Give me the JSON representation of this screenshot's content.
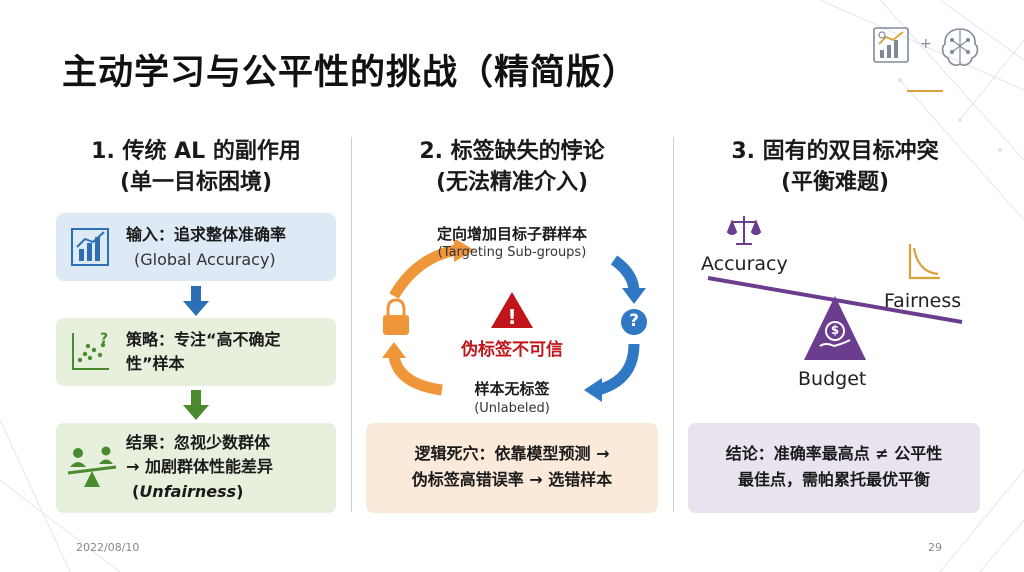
{
  "slide": {
    "title": "主动学习与公平性的挑战（精简版）",
    "date": "2022/08/10",
    "page_number": "29",
    "logo_icons": [
      "chart-growth-icon",
      "plus-icon",
      "brain-icon"
    ],
    "logo_plus": "+"
  },
  "col1": {
    "heading_line1": "1. 传统 AL 的副作用",
    "heading_line2": "(单一目标困境)",
    "box1": {
      "line1": "输入：追求整体准确率",
      "line2": "(Global Accuracy)",
      "icon": "bar-chart-icon"
    },
    "box2": {
      "line1": "策略：专注“高不确定",
      "line2": "性”样本",
      "icon": "scatter-plot-icon"
    },
    "box3": {
      "line1": "结果：忽视少数群体",
      "line2": "→ 加剧群体性能差异",
      "line3_prefix": "(",
      "line3_em": "Unfairness",
      "line3_suffix": ")",
      "icon": "seesaw-people-icon"
    }
  },
  "col2": {
    "heading_line1": "2. 标签缺失的悖论",
    "heading_line2": "(无法精准介入)",
    "cycle_top": "定向增加目标子群样本",
    "cycle_top_sub": "(Targeting Sub-groups)",
    "cycle_center": "伪标签不可信",
    "cycle_bottom": "样本无标签",
    "cycle_bottom_sub": "(Unlabeled)",
    "question_mark": "?",
    "warning_mark": "!",
    "box": {
      "line1": "逻辑死穴：依靠模型预测 →",
      "line2": "伪标签高错误率 → 选错样本"
    }
  },
  "col3": {
    "heading_line1": "3. 固有的双目标冲突",
    "heading_line2": "(平衡难题)",
    "label_accuracy": "Accuracy",
    "label_fairness": "Fairness",
    "label_budget": "Budget",
    "budget_symbol": "$",
    "box": {
      "line1": "结论：准确率最高点 ≠ 公平性",
      "line2": "最佳点，需帕累托最优平衡"
    }
  },
  "colors": {
    "blue_box": "#dde9f5",
    "green_box": "#e6f0dc",
    "orange_box": "#fbe9d9",
    "purple_box": "#e9e3ef",
    "arrow_blue": "#2d6fb5",
    "arrow_green": "#4b8b2f",
    "cycle_orange": "#f0963a",
    "cycle_blue": "#2f78c4",
    "alert_red": "#c0161b",
    "balance_purple": "#6a3d8f",
    "accent_gold": "#d9a13a"
  }
}
